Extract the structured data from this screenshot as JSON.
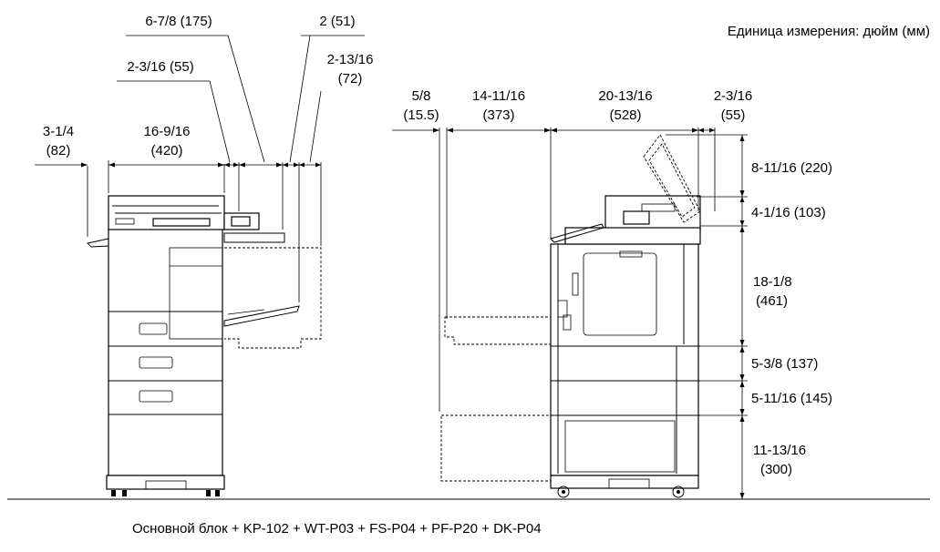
{
  "unit_note": "Единица измерения: дюйм (мм)",
  "caption": "Основной блок + KP-102 + WT-P03 + FS-P04 + PF-P20 + DK-P04",
  "front_view": {
    "dim_6_7_8": "6-7/8 (175)",
    "dim_2": "2 (51)",
    "dim_2_13_16_a": "2-13/16",
    "dim_2_13_16_b": "(72)",
    "dim_2_3_16": "2-3/16 (55)",
    "dim_3_1_4_a": "3-1/4",
    "dim_3_1_4_b": "(82)",
    "dim_16_9_16_a": "16-9/16",
    "dim_16_9_16_b": "(420)"
  },
  "side_view": {
    "dim_5_8_a": "5/8",
    "dim_5_8_b": "(15.5)",
    "dim_14_11_16_a": "14-11/16",
    "dim_14_11_16_b": "(373)",
    "dim_20_13_16_a": "20-13/16",
    "dim_20_13_16_b": "(528)",
    "dim_2_3_16_a": "2-3/16",
    "dim_2_3_16_b": "(55)",
    "dim_8_11_16": "8-11/16 (220)",
    "dim_4_1_16": "4-1/16 (103)",
    "dim_18_1_8_a": "18-1/8",
    "dim_18_1_8_b": "(461)",
    "dim_5_3_8": "5-3/8 (137)",
    "dim_5_11_16": "5-11/16 (145)",
    "dim_11_13_16_a": "11-13/16",
    "dim_11_13_16_b": "(300)"
  }
}
